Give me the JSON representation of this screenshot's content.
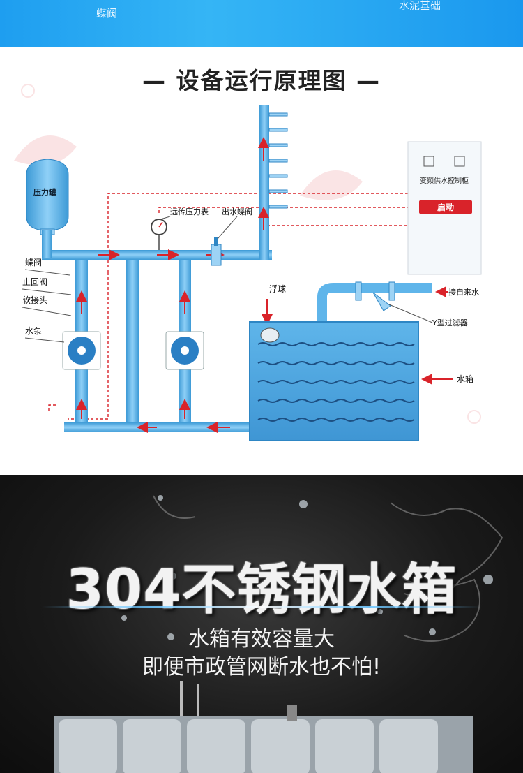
{
  "top_strip": {
    "left_label": "蝶阀",
    "right_label": "水泥基础"
  },
  "section_title": "— 设备运行原理图 —",
  "diagram": {
    "pressure_tank": "压力罐",
    "remote_gauge": "远传压力表",
    "outlet_valve": "出水蝶阀",
    "butterfly_valve": "蝶阀",
    "check_valve": "止回阀",
    "soft_joint": "软接头",
    "pump": "水泵",
    "float_ball": "浮球",
    "tap_water": "接自来水",
    "y_filter": "Y型过滤器",
    "water_tank": "水箱",
    "control_cabinet": "变频供水控制柜",
    "start_button": "启动"
  },
  "promo": {
    "title": "304不锈钢水箱",
    "line1": "水箱有效容量大",
    "line2": "即便市政管网断水也不怕!"
  },
  "colors": {
    "pipe": "#57b3ea",
    "arrow": "#d9232a",
    "signal": "#d9232a",
    "tank_water": "#4ea8e0"
  }
}
